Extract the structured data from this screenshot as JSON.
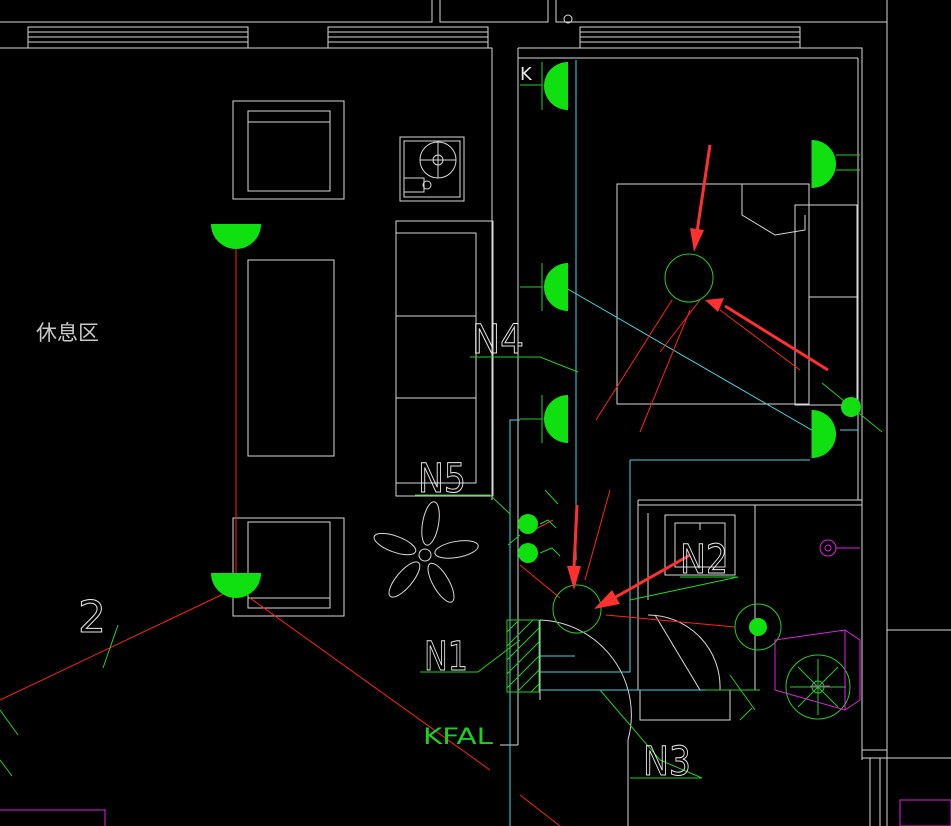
{
  "colors": {
    "background": "#000000",
    "walls": "#d8d8d8",
    "circuit_red": "#ff2020",
    "circuit_cyan": "#3fd8e0",
    "fixture_green": "#10e010",
    "annotation_green": "#20d020",
    "arrow_red": "#ff3030",
    "fixture_magenta": "#e020e0"
  },
  "labels": {
    "room": "休息区",
    "k": "K",
    "n1": "N1",
    "n2": "N2",
    "n3": "N3",
    "n4": "N4",
    "n5": "N5",
    "two": "2",
    "kfal": "KFAL"
  }
}
